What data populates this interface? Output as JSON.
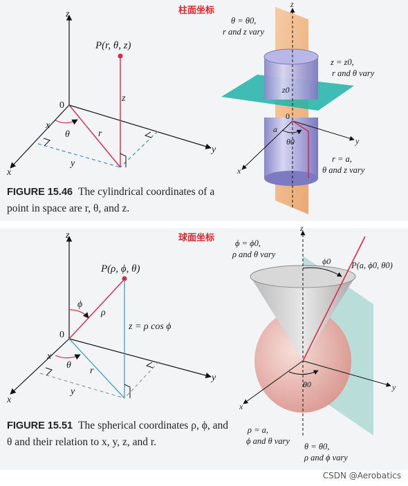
{
  "top": {
    "badge": "柱面坐标",
    "left": {
      "z": "z",
      "y": "y",
      "x": "x",
      "origin": "0",
      "point": "P(r, θ, z)",
      "z_mid": "z",
      "r": "r",
      "theta": "θ",
      "x_foot": "x",
      "y_foot": "y"
    },
    "right": {
      "z": "z",
      "y": "y",
      "x": "x",
      "origin": "0",
      "plane_note_1": "θ = θ0,",
      "plane_note_2": "r and z vary",
      "disk_note_1": "z = z0,",
      "disk_note_2": "r and θ vary",
      "z0": "z0",
      "a": "a",
      "theta0": "θ0",
      "cyl_note_1": "r = a,",
      "cyl_note_2": "θ and z vary"
    },
    "caption_label": "FIGURE 15.46",
    "caption_text": "The cylindrical coordinates of a point in space are r, θ, and z."
  },
  "bottom": {
    "badge": "球面坐标",
    "left": {
      "z": "z",
      "y": "y",
      "x": "x",
      "origin": "0",
      "point": "P(ρ, ϕ, θ)",
      "phi": "ϕ",
      "rho": "ρ",
      "theta": "θ",
      "r": "r",
      "zeq": "z = ρ cos ϕ",
      "x_foot": "x",
      "y_foot": "y"
    },
    "right": {
      "z": "z",
      "y": "y",
      "x": "x",
      "cone_note_1": "ϕ = ϕ0,",
      "cone_note_2": "ρ and θ vary",
      "phi0": "ϕ0",
      "point": "P(a, ϕ0, θ0)",
      "theta0": "θ0",
      "sphere_note_1": "ρ = a,",
      "sphere_note_2": "ϕ and θ vary",
      "half_note_1": "θ = θ0,",
      "half_note_2": "ρ and ϕ vary"
    },
    "caption_label": "FIGURE 15.51",
    "caption_text": "The spherical coordinates ρ, ϕ, and θ and their relation to x, y, z, and r."
  },
  "watermark": "CSDN @Aerobatics"
}
